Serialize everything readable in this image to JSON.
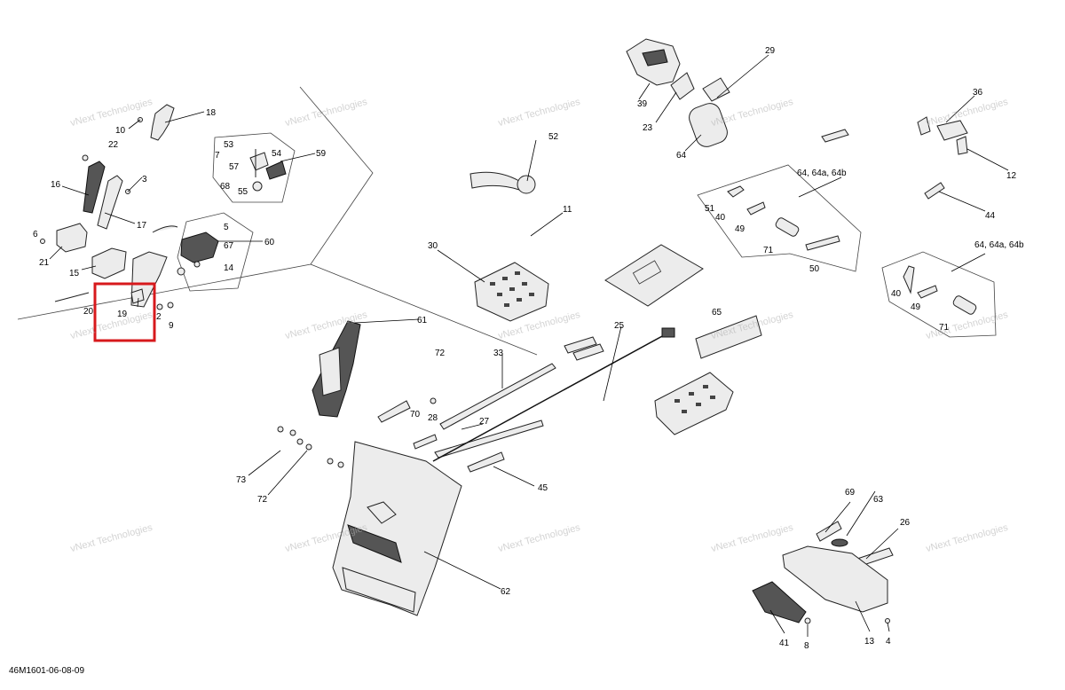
{
  "document_code": "46M1601-06-08-09",
  "watermark_text": "vNext Technologies",
  "highlight_color": "#d7191c",
  "highlighted_part": "19",
  "part_labels": {
    "p2": "2",
    "p3": "3",
    "p4": "4",
    "p5": "5",
    "p6": "6",
    "p7": "7",
    "p8": "8",
    "p9": "9",
    "p10": "10",
    "p11": "11",
    "p12": "12",
    "p13": "13",
    "p14": "14",
    "p15": "15",
    "p16": "16",
    "p17": "17",
    "p18": "18",
    "p19": "19",
    "p20": "20",
    "p21": "21",
    "p22": "22",
    "p23": "23",
    "p25": "25",
    "p26": "26",
    "p27": "27",
    "p28": "28",
    "p29": "29",
    "p30": "30",
    "p33": "33",
    "p36": "36",
    "p39": "39",
    "p40a": "40",
    "p40b": "40",
    "p41": "41",
    "p44": "44",
    "p45": "45",
    "p49a": "49",
    "p49b": "49",
    "p50": "50",
    "p51": "51",
    "p52": "52",
    "p53": "53",
    "p54": "54",
    "p55": "55",
    "p57": "57",
    "p59": "59",
    "p60": "60",
    "p61": "61",
    "p62": "62",
    "p63": "63",
    "p64": "64",
    "p64group_a": "64, 64a, 64b",
    "p64group_b": "64, 64a, 64b",
    "p65": "65",
    "p67": "67",
    "p68": "68",
    "p69": "69",
    "p70": "70",
    "p71a": "71",
    "p71b": "71",
    "p72a": "72",
    "p72b": "72",
    "p73": "73"
  }
}
